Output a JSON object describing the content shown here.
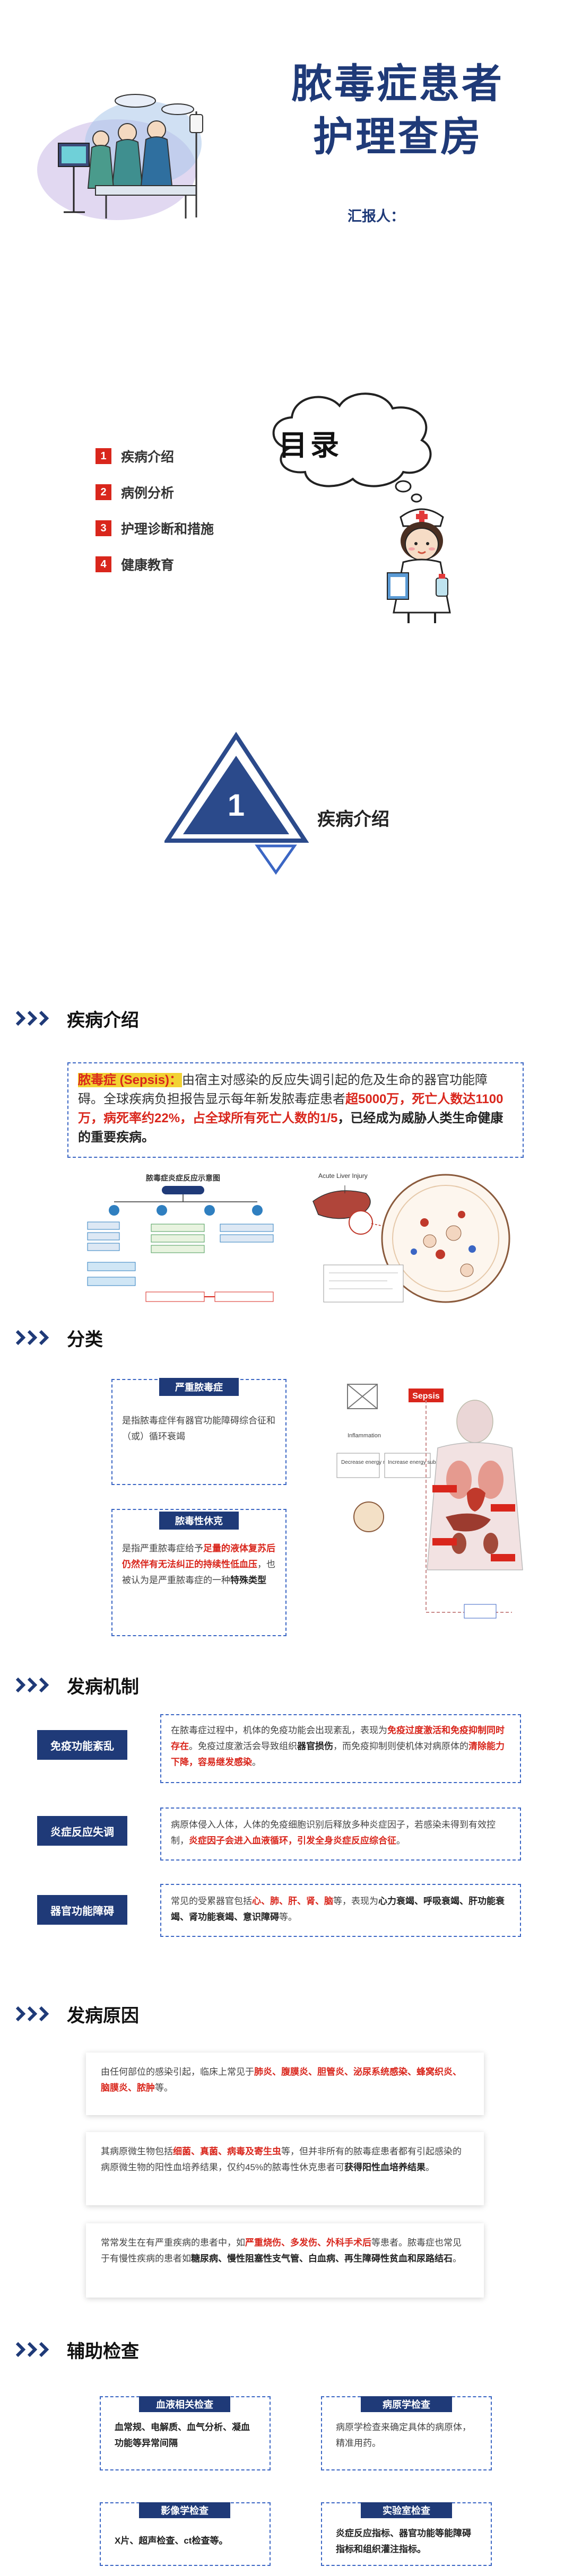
{
  "colors": {
    "navy": "#1f3a78",
    "blue": "#3b66c4",
    "red": "#d9261c",
    "highlight": "#f2d233"
  },
  "cover": {
    "title_line1": "脓毒症患者",
    "title_line2": "护理查房",
    "reporter_label": "汇报人：",
    "illustration_icon": "surgical-team-icon"
  },
  "toc": {
    "title": "目录",
    "items": [
      {
        "num": "1",
        "label": "疾病介绍"
      },
      {
        "num": "2",
        "label": "病例分析"
      },
      {
        "num": "3",
        "label": "护理诊断和措施"
      },
      {
        "num": "4",
        "label": "健康教育"
      }
    ],
    "mascot_icon": "nurse-icon",
    "bubble_icon": "thought-cloud-icon"
  },
  "divider": {
    "num": "1",
    "label": "疾病介绍"
  },
  "sections": {
    "intro": "疾病介绍",
    "classification": "分类",
    "mechanism": "发病机制",
    "cause": "发病原因",
    "exam": "辅助检查"
  },
  "intro": {
    "paragraph": [
      {
        "t": "脓毒症 (Sepsis)：",
        "s": "hl"
      },
      {
        "t": "由宿主对感染的反应失调引起的危及生命的器官功能障碍。全球疾病负担报告显示每年新发脓毒症患者",
        "s": ""
      },
      {
        "t": "超5000万，死亡人数达1100万，病死率约22%，占全球所有死亡人数的1/5",
        "s": "red"
      },
      {
        "t": "，已经成为威胁人类生命健康的重要疾病。",
        "s": "bold"
      }
    ],
    "diagram_left_title": "脓毒症炎症反应示意图",
    "diagram_right_label": "Acute Liver Injury"
  },
  "classification": {
    "box1": {
      "title": "严重脓毒症",
      "text": [
        {
          "t": "是指脓毒症伴有器官功能障碍综合征和（或）循环衰竭",
          "s": ""
        }
      ]
    },
    "box2": {
      "title": "脓毒性休克",
      "text": [
        {
          "t": "是指严重脓毒症给予",
          "s": ""
        },
        {
          "t": "足量的液体复苏后仍然伴有无法纠正的持续性低血压",
          "s": "red"
        },
        {
          "t": "，也被认为是严重脓毒症的一种",
          "s": ""
        },
        {
          "t": "特殊类型",
          "s": "bold"
        }
      ]
    },
    "diagram_tag": "Sepsis",
    "diagram_labels": [
      "Inflammation",
      "Decrease energy needs",
      "Increase energy substrates"
    ]
  },
  "mechanism": [
    {
      "label": "免疫功能紊乱",
      "text": [
        {
          "t": "在脓毒症过程中，机体的免疫功能会出现紊乱，表现为",
          "s": ""
        },
        {
          "t": "免疫过度激活和免疫抑制同时存在",
          "s": "red"
        },
        {
          "t": "。免疫过度激活会导致组织",
          "s": ""
        },
        {
          "t": "器官损伤",
          "s": "bold"
        },
        {
          "t": "，而免疫抑制则使机体对病原体的",
          "s": ""
        },
        {
          "t": "清除能力下降，容易继发感染",
          "s": "red"
        },
        {
          "t": "。",
          "s": ""
        }
      ]
    },
    {
      "label": "炎症反应失调",
      "text": [
        {
          "t": "病原体侵入人体，人体的免疫细胞识别后释放多种炎症因子，若感染未得到有效控制，",
          "s": ""
        },
        {
          "t": "炎症因子会进入血液循环，引发全身炎症反应综合征",
          "s": "red"
        },
        {
          "t": "。",
          "s": ""
        }
      ]
    },
    {
      "label": "器官功能障碍",
      "text": [
        {
          "t": "常见的受累器官包括",
          "s": ""
        },
        {
          "t": "心、肺、肝、肾、脑",
          "s": "red"
        },
        {
          "t": "等，表现为",
          "s": ""
        },
        {
          "t": "心力衰竭、呼吸衰竭、肝功能衰竭、肾功能衰竭、意识障碍",
          "s": "bold"
        },
        {
          "t": "等。",
          "s": ""
        }
      ]
    }
  ],
  "cause": [
    [
      {
        "t": "由任何部位的感染引起，临床上常见于",
        "s": ""
      },
      {
        "t": "肺炎、腹膜炎、胆管炎、泌尿系统感染、蜂窝织炎、脑膜炎、脓肿",
        "s": "red"
      },
      {
        "t": "等。",
        "s": ""
      }
    ],
    [
      {
        "t": "其病原微生物包括",
        "s": ""
      },
      {
        "t": "细菌、真菌、病毒及寄生虫",
        "s": "red"
      },
      {
        "t": "等，但并非所有的脓毒症患者都有引起感染的病原微生物的阳性血培养结果，仅约45%的脓毒性休克患者可",
        "s": ""
      },
      {
        "t": "获得阳性血培养结果",
        "s": "bold"
      },
      {
        "t": "。",
        "s": ""
      }
    ],
    [
      {
        "t": "常常发生在有严重疾病的患者中，如",
        "s": ""
      },
      {
        "t": "严重烧伤、多发伤、外科手术后",
        "s": "red"
      },
      {
        "t": "等患者。脓毒症也常见于有慢性疾病的患者如",
        "s": ""
      },
      {
        "t": "糖尿病、慢性阻塞性支气管、白血病、再生障碍性贫血和尿路结石",
        "s": "bold"
      },
      {
        "t": "。",
        "s": ""
      }
    ]
  ],
  "exam": [
    {
      "title": "血液相关检查",
      "text": "血常规、电解质、血气分析、凝血功能等异常间隔"
    },
    {
      "title": "病原学检查",
      "text": "病原学检查来确定具体的病原体，精准用药。"
    },
    {
      "title": "影像学检查",
      "text": "X片、超声检查、ct检查等。"
    },
    {
      "title": "实验室检查",
      "text": "炎症反应指标、器官功能等能障碍指标和组织灌注指标。"
    }
  ]
}
